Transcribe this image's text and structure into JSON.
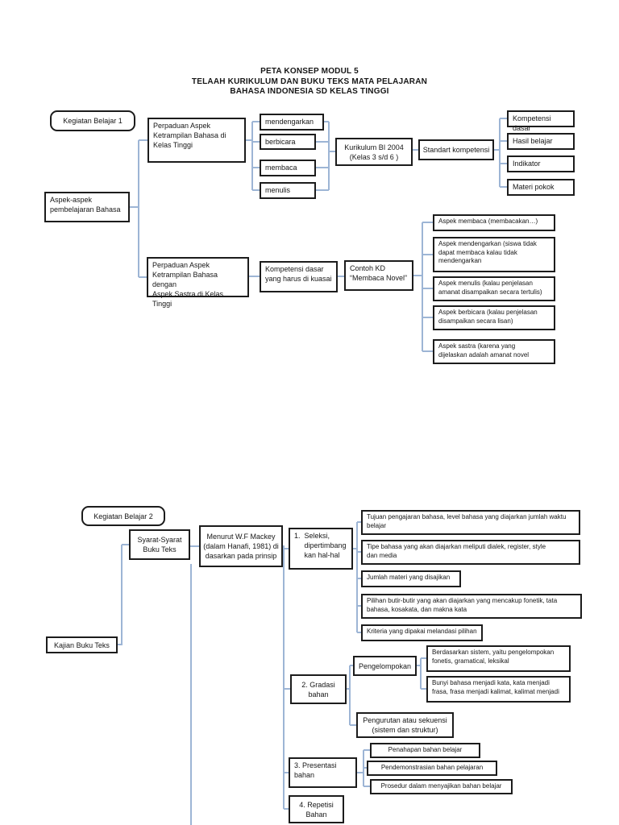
{
  "colors": {
    "connector": "#9db5d5",
    "arrow": "#7f9fc9",
    "box_border": "#1c1c1c",
    "background": "#ffffff"
  },
  "title": {
    "lines": [
      "PETA KONSEP MODUL 5",
      "TELAAH KURIKULUM DAN BUKU TEKS MATA PELAJARAN",
      "BAHASA INDONESIA SD KELAS TINGGI"
    ]
  },
  "d1": {
    "kegiatan": "Kegiatan Belajar 1",
    "aspek_aspek": "Aspek-aspek\npembelajaran Bahasa",
    "perpaduan1": "Perpaduan Aspek\nKetrampilan Bahasa di\nKelas Tinggi",
    "mendengarkan": "mendengarkan",
    "berbicara": "berbicara",
    "membaca": "membaca",
    "menulis": "menulis",
    "kurikulum": "Kurikulum BI 2004\n(Kelas 3 s/d  6 )",
    "standart": "Standart kompetensi",
    "kompetensi_dasar": "Kompetensi dasar",
    "hasil_belajar": "Hasil belajar",
    "indikator": "Indikator",
    "materi_pokok": "Materi pokok",
    "perpaduan2": "Perpaduan  Aspek\nKetrampilan Bahasa dengan\nAspek Sastra di Kelas Tinggi",
    "kd_harus": "Kompetensi dasar\nyang harus di kuasai",
    "contoh_kd": "Contoh KD\n“Membaca Novel”",
    "aspek_membaca": "Aspek membaca (membacakan…)",
    "aspek_mendengarkan": "Aspek mendengarkan (siswa tidak\ndapat membaca kalau tidak\nmendengarkan",
    "aspek_menulis": "Aspek menulis (kalau penjelasan\namanat disampaikan secara tertulis)",
    "aspek_berbicara": "Aspek berbicara (kalau penjelasan\ndisampaikan secara lisan)",
    "aspek_sastra": "Aspek sastra (karena yang\ndijelaskan adalah amanat novel"
  },
  "d2": {
    "kegiatan": "Kegiatan Belajar 2",
    "kajian": "Kajian Buku Teks",
    "syarat": "Syarat-Syarat\nBuku Teks",
    "menurut": "Menurut W.F Mackey\n(dalam Hanafi, 1981) di\ndasarkan pada prinsip",
    "seleksi": "1.  Seleksi,\n     dipertimbang\n     kan hal-hal",
    "tujuan": "Tujuan pengajaran bahasa, level bahasa yang diajarkan jumlah waktu\nbelajar",
    "tipe": "Tipe bahasa yang akan diajarkan meliputi dialek, register, style\ndan media",
    "jumlah": "Jumlah materi yang disajikan",
    "pilihan": "Pilihan butir-butir yang akan diajarkan yang mencakup fonetik, tata\nbahasa, kosakata, dan makna kata",
    "kriteria": "Kriteria yang dipakai melandasi pilihan",
    "gradasi": "2. Gradasi\nbahan",
    "pengelompokan": "Pengelompokan",
    "berdasarkan": "Berdasarkan sistem, yaitu pengelompokan\nfonetis, gramatical, leksikal",
    "bunyi": "Bunyi bahasa menjadi kata, kata menjadi\nfrasa, frasa menjadi kalimat, kalimat menjadi",
    "pengurutan": "Pengurutan atau sekuensi\n(sistem dan struktur)",
    "presentasi": "3. Presentasi\nbahan",
    "penahapan": "Penahapan bahan belajar",
    "pendemonstrasian": "Pendemonstrasian bahan pelajaran",
    "prosedur": "Prosedur dalam menyajikan bahan belajar",
    "repetisi": "4. Repetisi\nBahan"
  }
}
